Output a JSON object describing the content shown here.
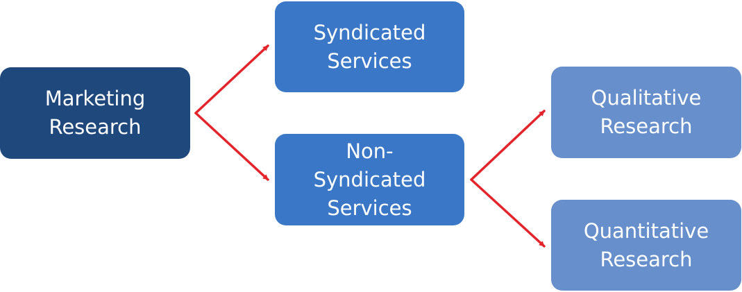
{
  "nodes": {
    "root": {
      "label": "Marketing\nResearch"
    },
    "syndicated": {
      "label": "Syndicated\nServices"
    },
    "non_syndicated": {
      "label": "Non-\nSyndicated\nServices"
    },
    "qualitative": {
      "label": "Qualitative\nResearch"
    },
    "quantitative": {
      "label": "Quantitative\nResearch"
    }
  },
  "edges": [
    {
      "from": "Marketing Research",
      "to": "Syndicated Services"
    },
    {
      "from": "Marketing Research",
      "to": "Non-Syndicated Services"
    },
    {
      "from": "Non-Syndicated Services",
      "to": "Qualitative Research"
    },
    {
      "from": "Non-Syndicated Services",
      "to": "Quantitative Research"
    }
  ],
  "colors": {
    "level0": "#1f497d",
    "level1": "#3a78c7",
    "level2": "#668fcb",
    "arrow": "#e3242b"
  }
}
